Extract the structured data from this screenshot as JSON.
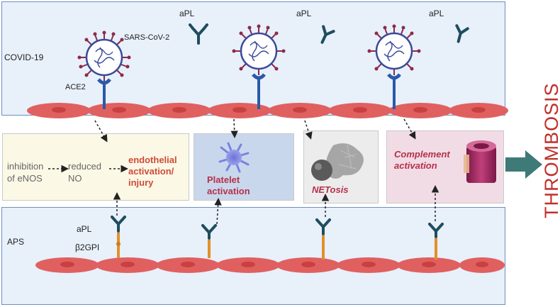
{
  "top_panel": {
    "label": "COVID-19",
    "virus_label": "SARS-CoV-2",
    "receptor_label": "ACE2",
    "antibody_label": "aPL"
  },
  "bottom_panel": {
    "label": "APS",
    "antibody_label": "aPL",
    "cofactor_label": "β2GPI"
  },
  "endothelial_box": {
    "step1": "inhibition\nof eNOS",
    "step2": "reduced\nNO",
    "result": "endothelial\nactivation/\ninjury"
  },
  "platelet_box": {
    "label": "Platelet\nactivation"
  },
  "netosis_box": {
    "label": "NETosis"
  },
  "complement_box": {
    "label": "Complement\nactivation"
  },
  "outcome": "THROMBOSIS",
  "colors": {
    "panel_bg": "#e8f0fa",
    "panel_border": "#6d8fbf",
    "cell": "#e06060",
    "nucleus": "#c94040",
    "virus": "#3b4a9a",
    "virus_spike": "#8b2a4a",
    "antibody": "#1f4d5e",
    "receptor": "#2a5aa8",
    "cofactor": "#e0902a",
    "arrow": "#3e7a77",
    "thrombosis": "#c0302a"
  }
}
